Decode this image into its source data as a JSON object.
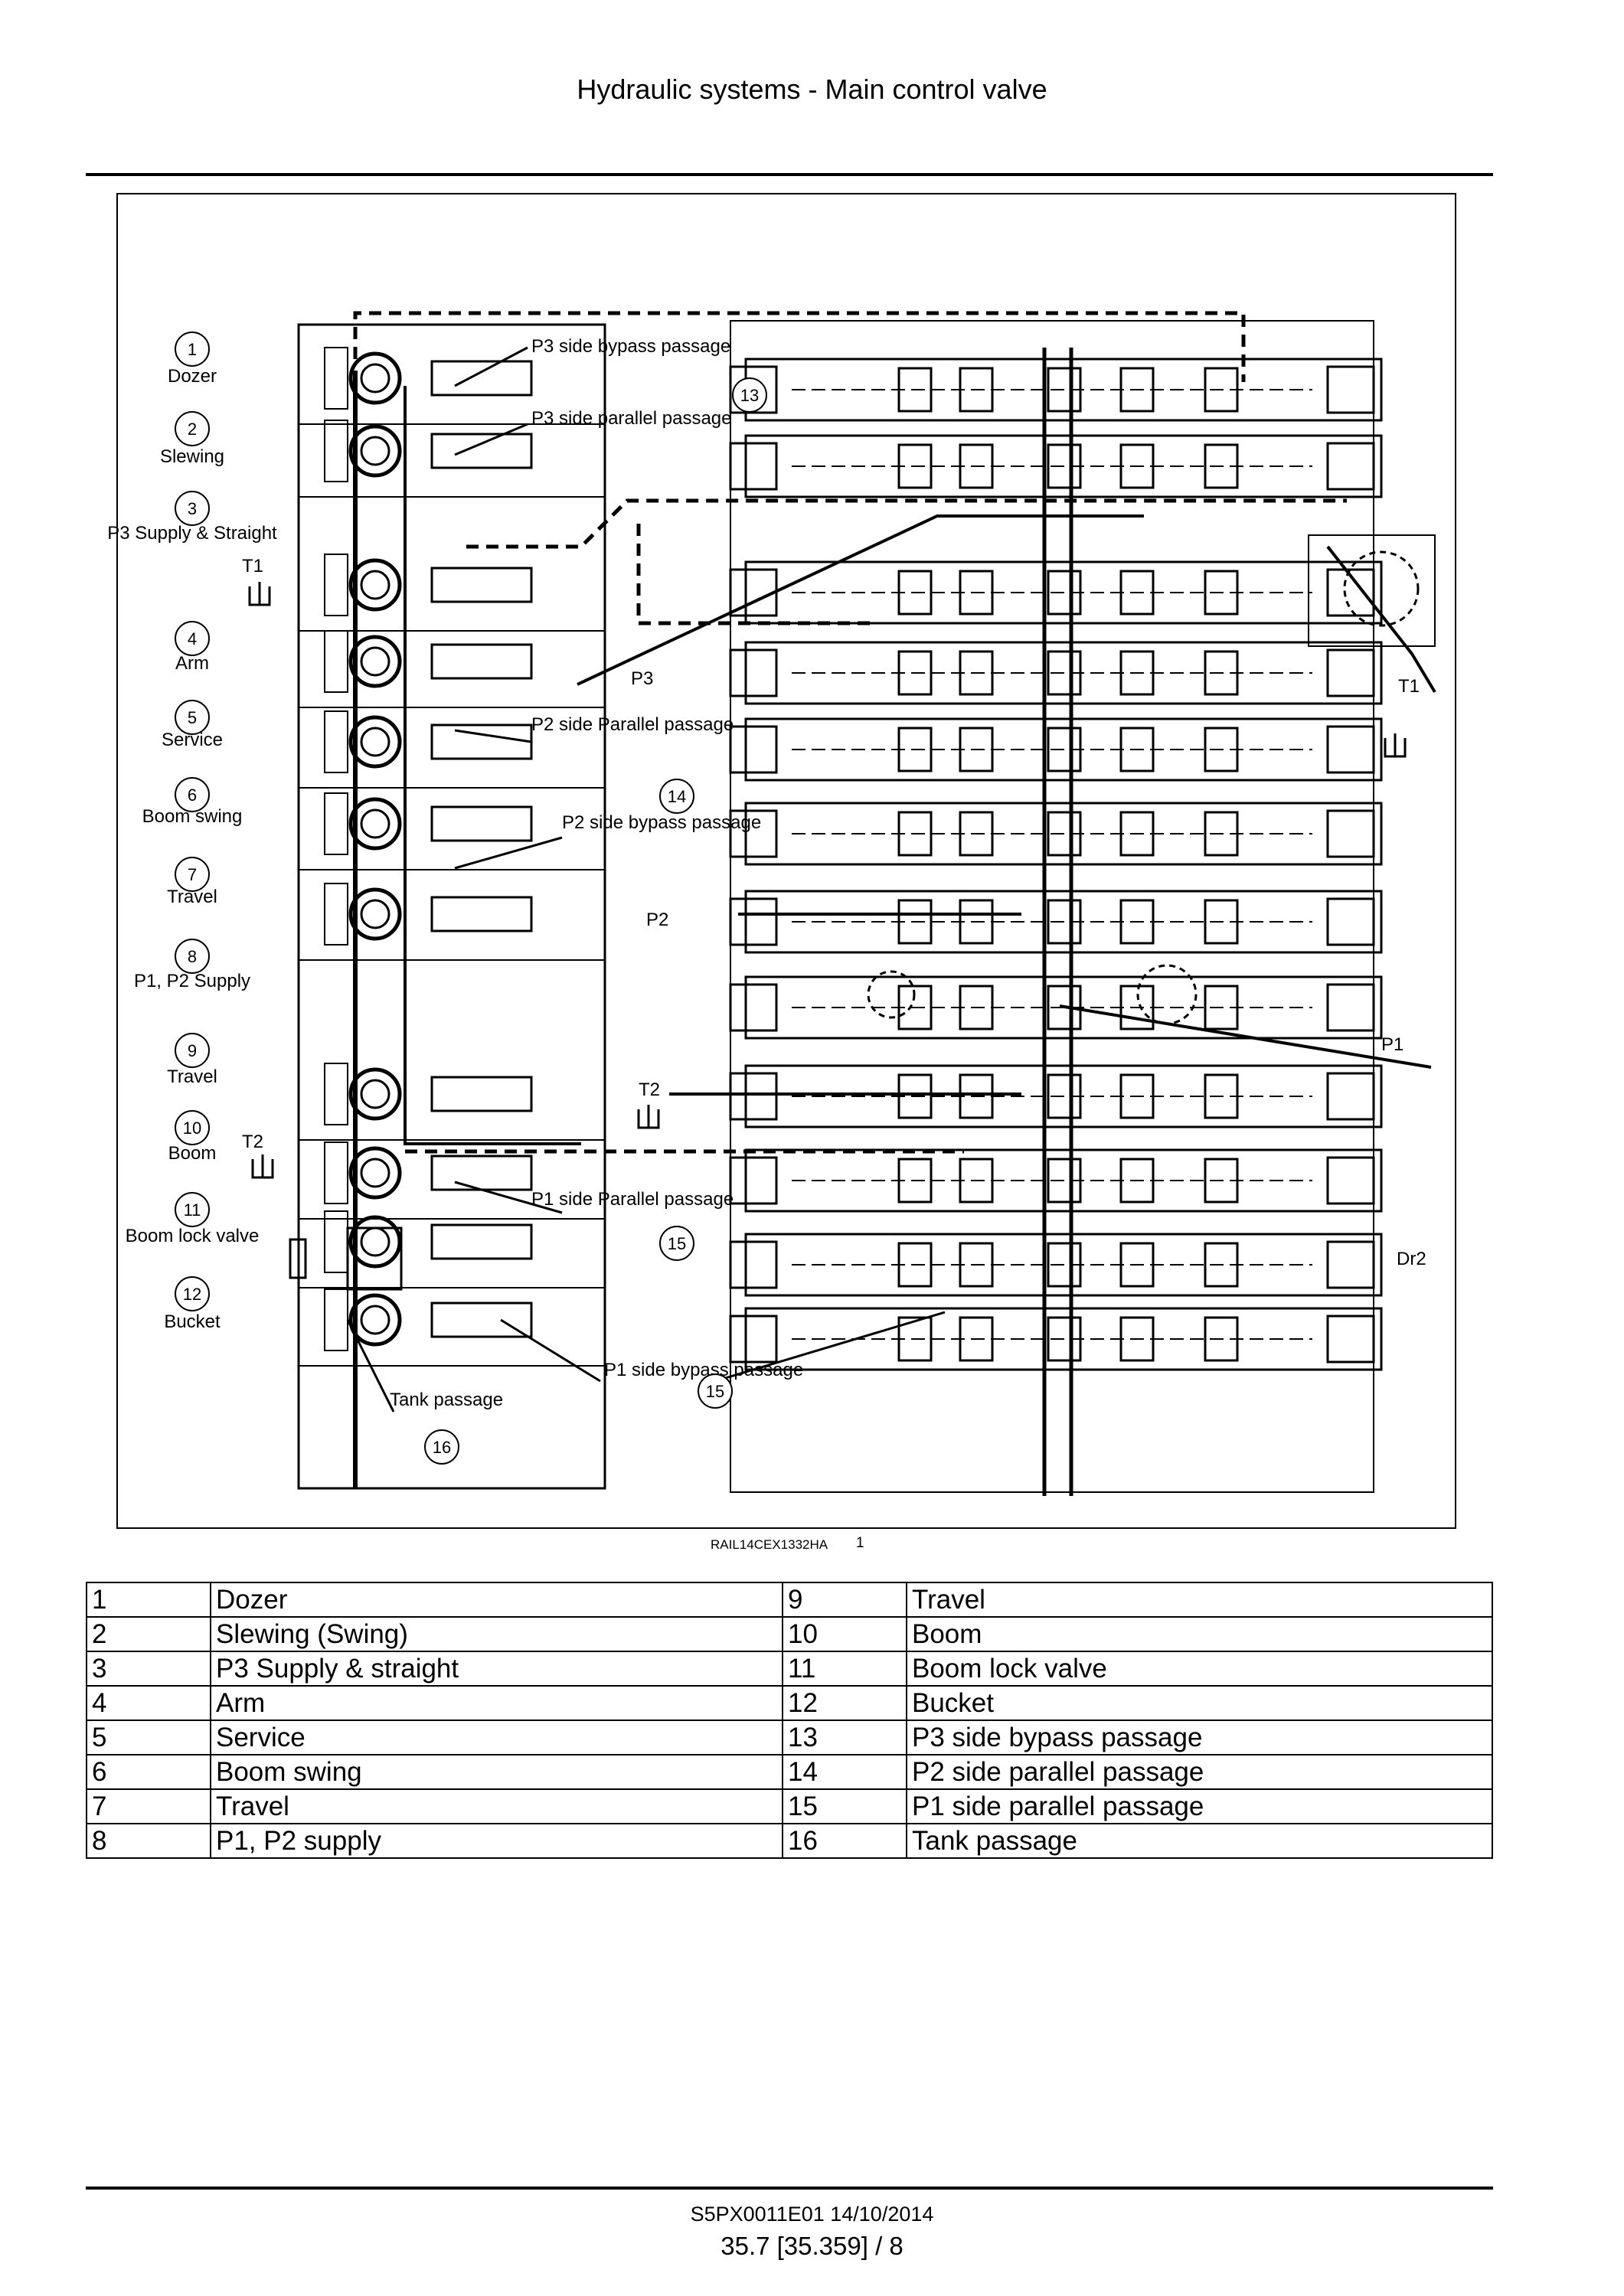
{
  "header": {
    "title": "Hydraulic systems - Main control valve"
  },
  "figure": {
    "reference": "RAIL14CEX1332HA",
    "number": "1",
    "callouts": [
      {
        "num": "1",
        "text": "Dozer"
      },
      {
        "num": "2",
        "text": "Slewing"
      },
      {
        "num": "3",
        "text": "P3 Supply & Straight"
      },
      {
        "num": "4",
        "text": "Arm"
      },
      {
        "num": "5",
        "text": "Service"
      },
      {
        "num": "6",
        "text": "Boom swing"
      },
      {
        "num": "7",
        "text": "Travel"
      },
      {
        "num": "8",
        "text": "P1, P2 Supply"
      },
      {
        "num": "9",
        "text": "Travel"
      },
      {
        "num": "10",
        "text": "Boom"
      },
      {
        "num": "11",
        "text": "Boom lock valve"
      },
      {
        "num": "12",
        "text": "Bucket"
      }
    ],
    "passages": [
      {
        "num": "13",
        "text": "P3 side bypass passage"
      },
      {
        "num": "",
        "text": "P3 side parallel passage"
      },
      {
        "num": "",
        "text": "P2 side Parallel passage"
      },
      {
        "num": "14",
        "text": "P2 side bypass passage"
      },
      {
        "num": "15",
        "text": "P1 side Parallel passage"
      },
      {
        "num": "15",
        "text": "P1 side bypass passage"
      },
      {
        "num": "16",
        "text": "Tank passage"
      }
    ],
    "ports": [
      "T1",
      "T1",
      "T2",
      "T2",
      "P3",
      "P2",
      "P1",
      "Dr2"
    ]
  },
  "legend": {
    "rows": [
      {
        "n1": "1",
        "l1": "Dozer",
        "n2": "9",
        "l2": "Travel"
      },
      {
        "n1": "2",
        "l1": "Slewing (Swing)",
        "n2": "10",
        "l2": "Boom"
      },
      {
        "n1": "3",
        "l1": "P3 Supply & straight",
        "n2": "11",
        "l2": "Boom lock valve"
      },
      {
        "n1": "4",
        "l1": "Arm",
        "n2": "12",
        "l2": "Bucket"
      },
      {
        "n1": "5",
        "l1": "Service",
        "n2": "13",
        "l2": "P3 side bypass passage"
      },
      {
        "n1": "6",
        "l1": "Boom swing",
        "n2": "14",
        "l2": "P2 side parallel passage"
      },
      {
        "n1": "7",
        "l1": "Travel",
        "n2": "15",
        "l2": "P1 side parallel passage"
      },
      {
        "n1": "8",
        "l1": "P1, P2 supply",
        "n2": "16",
        "l2": "Tank passage"
      }
    ]
  },
  "footer": {
    "code": "S5PX0011E01 14/10/2014",
    "page": "35.7 [35.359] / 8"
  }
}
